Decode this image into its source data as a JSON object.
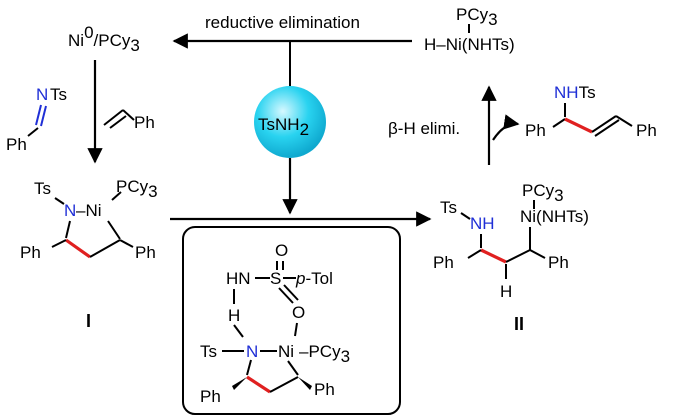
{
  "colors": {
    "nitrogen_blue": "#1f2fd6",
    "new_bond_red": "#e02020",
    "reagent_sphere": "#29d3f0"
  },
  "catalyst": {
    "ni_prefix": "Ni",
    "ni_sup": "0",
    "ligand": "/PCy",
    "ligand_sub": "3"
  },
  "step_label_top": "reductive elimination",
  "reagent": {
    "text": "TsNH",
    "sub": "2"
  },
  "hydride": {
    "pcy": "PCy",
    "pcy_sub": "3",
    "h_ni": "H–Ni(NHTs)"
  },
  "imine": {
    "n": "N",
    "ts": "Ts",
    "ph": "Ph"
  },
  "styrene": {
    "ph": "Ph"
  },
  "intermediate_I": {
    "label": "I",
    "ts": "Ts",
    "n": "N",
    "ni": "–Ni",
    "pcy": "PCy",
    "pcy_sub": "3",
    "ph_left": "Ph",
    "ph_right": "Ph"
  },
  "intermediate_II": {
    "label": "II",
    "ts": "Ts",
    "nh": "NH",
    "pcy": "PCy",
    "pcy_sub": "3",
    "ni": "Ni(NHTs)",
    "ph_left": "Ph",
    "ph_right": "Ph",
    "h": "H"
  },
  "beta_h": "β-H elimi.",
  "product": {
    "nh": "NH",
    "ts": "Ts",
    "ph_left": "Ph",
    "ph_right": "Ph"
  },
  "ts_box": {
    "hn": "HN",
    "s": "S",
    "o_top": "O",
    "o_bottom": "O",
    "ptol_p": "p",
    "ptol_rest": "-Tol",
    "h": "H",
    "ts": "Ts",
    "n": "N",
    "ni": "Ni",
    "pcy": "–PCy",
    "pcy_sub": "3",
    "ph_left": "Ph",
    "ph_right": "Ph"
  }
}
